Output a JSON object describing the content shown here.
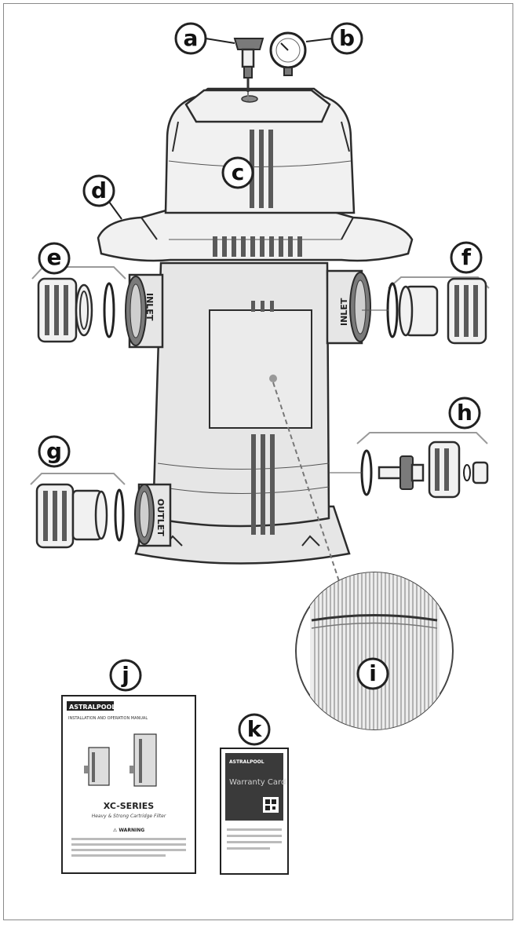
{
  "callouts": {
    "a": "a",
    "b": "b",
    "c": "c",
    "d": "d",
    "e": "e",
    "f": "f",
    "g": "g",
    "h": "h",
    "i": "i",
    "j": "j",
    "k": "k"
  },
  "port_labels": {
    "inlet_left": "INLET",
    "inlet_right": "INLET",
    "outlet": "OUTLET"
  },
  "manual": {
    "brand": "ASTRALPOOL",
    "heading": "INSTALLATION AND OPERATION MANUAL",
    "series": "XC-SERIES",
    "subtitle": "Heavy & Strong Cartridge Filter",
    "warning": "⚠ WARNING"
  },
  "warranty_card": {
    "brand": "ASTRALPOOL",
    "title": "Warranty Card"
  },
  "colors": {
    "line": "#2c2c2c",
    "body": "#e6e6e6",
    "frame": "#8a8a8a"
  }
}
